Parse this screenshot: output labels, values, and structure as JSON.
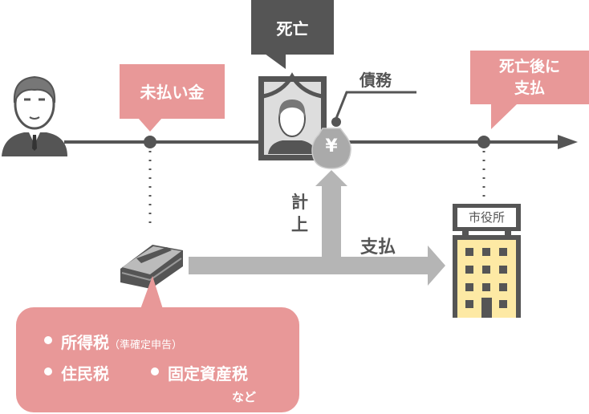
{
  "labels": {
    "death": "死亡",
    "unpaid": "未払い金",
    "debt": "債務",
    "after_death_line1": "死亡後に",
    "after_death_line2": "支払",
    "record_line1": "計",
    "record_line2": "上",
    "payment": "支払",
    "city_hall": "市役所",
    "yen": "¥"
  },
  "tax_box": {
    "item1": "所得税",
    "item1_note": "（準確定申告）",
    "item2": "住民税",
    "item3": "固定資産税",
    "etc": "など"
  },
  "colors": {
    "pink": "#e89898",
    "dark": "#555555",
    "arrow": "#b5b5b5",
    "building": "#fde9a4"
  }
}
